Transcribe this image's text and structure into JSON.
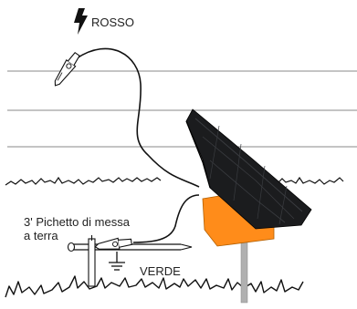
{
  "labels": {
    "red": "ROSSO",
    "ground_stake_line1": "3' Pichetto di messa",
    "ground_stake_line2": "a terra",
    "green": "VERDE"
  },
  "colors": {
    "line": "#111111",
    "fence_wire": "#8a8a8a",
    "solar_panel": "#1b1c1e",
    "energizer_body": "#ff8c1a",
    "post": "#b0b0b0"
  },
  "icons": [
    "lightning-bolt-icon",
    "ground-symbol-icon",
    "alligator-clip-icon"
  ]
}
